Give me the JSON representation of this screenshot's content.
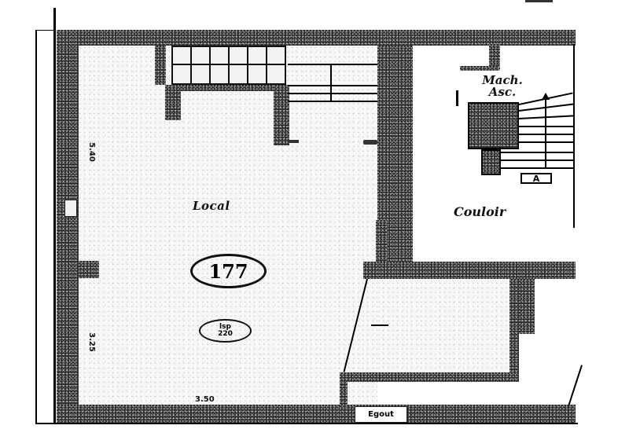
{
  "plan": {
    "rooms": {
      "local": {
        "label": "Local",
        "number": "177",
        "sub_line1": "lsp",
        "sub_line2": "220"
      },
      "elevator": {
        "line1": "Mach.",
        "line2": "Asc."
      },
      "corridor": {
        "label": "Couloir"
      },
      "stair_marker": {
        "label": "A"
      }
    },
    "dimensions": {
      "upper_left_height": "5.40",
      "lower_left_height": "3.25",
      "bottom_width": "3.50"
    },
    "annotations": {
      "drain": "Egout"
    },
    "colors": {
      "wall": "#2a2a2a",
      "floor": "#f7f7f7",
      "line": "#000000",
      "background": "#ffffff"
    }
  }
}
